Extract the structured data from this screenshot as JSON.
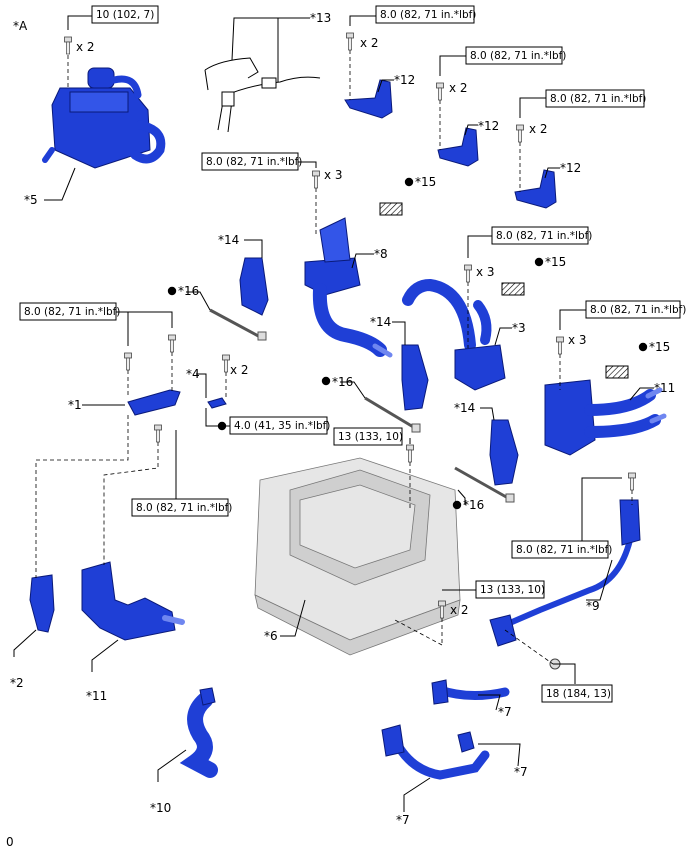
{
  "view_label": "*A",
  "figure_code": "0",
  "parts": {
    "p1": "*1",
    "p2": "*2",
    "p3": "*3",
    "p4": "*4",
    "p5": "*5",
    "p6": "*6",
    "p7a": "*7",
    "p7b": "*7",
    "p7c": "*7",
    "p8": "*8",
    "p9": "*9",
    "p10": "*10",
    "p11a": "*11",
    "p11b": "*11",
    "p12a": "*12",
    "p12b": "*12",
    "p12c": "*12",
    "p13": "*13",
    "p14a": "*14",
    "p14b": "*14",
    "p14c": "*14",
    "p15a": "*15",
    "p15b": "*15",
    "p15c": "*15",
    "p16a": "*16",
    "p16b": "*16",
    "p16c": "*16"
  },
  "torques": {
    "t_reservoir": "10 (102, 7)",
    "t_bracket1": "8.0 (82, 71 in.*lbf)",
    "t_bracket2": "8.0 (82, 71 in.*lbf)",
    "t_bracket3": "8.0 (82, 71 in.*lbf)",
    "t_pump8": "8.0 (82, 71 in.*lbf)",
    "t_pump3": "8.0 (82, 71 in.*lbf)",
    "t_right11": "8.0 (82, 71 in.*lbf)",
    "t_left1": "8.0 (82, 71 in.*lbf)",
    "t_clip4": "4.0 (41, 35 in.*lbf)",
    "t_lower_left": "8.0 (82, 71 in.*lbf)",
    "t_inverter_top": "13 (133, 10)",
    "t_inverter_bot": "13 (133, 10)",
    "t_pipe9": "8.0 (82, 71 in.*lbf)",
    "t_nut": "18 (184, 13)"
  },
  "qty": {
    "q_reservoir": "x 2",
    "q_bracket1": "x 2",
    "q_bracket2": "x 2",
    "q_bracket3": "x 2",
    "q_pump8": "x 3",
    "q_pump3": "x 3",
    "q_right11": "x 3",
    "q_clip4": "x 2",
    "q_inverter": "x 2"
  },
  "colors": {
    "part_blue": "#1f3fd6",
    "inverter_grey": "#e6e6e6",
    "outline": "#000000"
  }
}
